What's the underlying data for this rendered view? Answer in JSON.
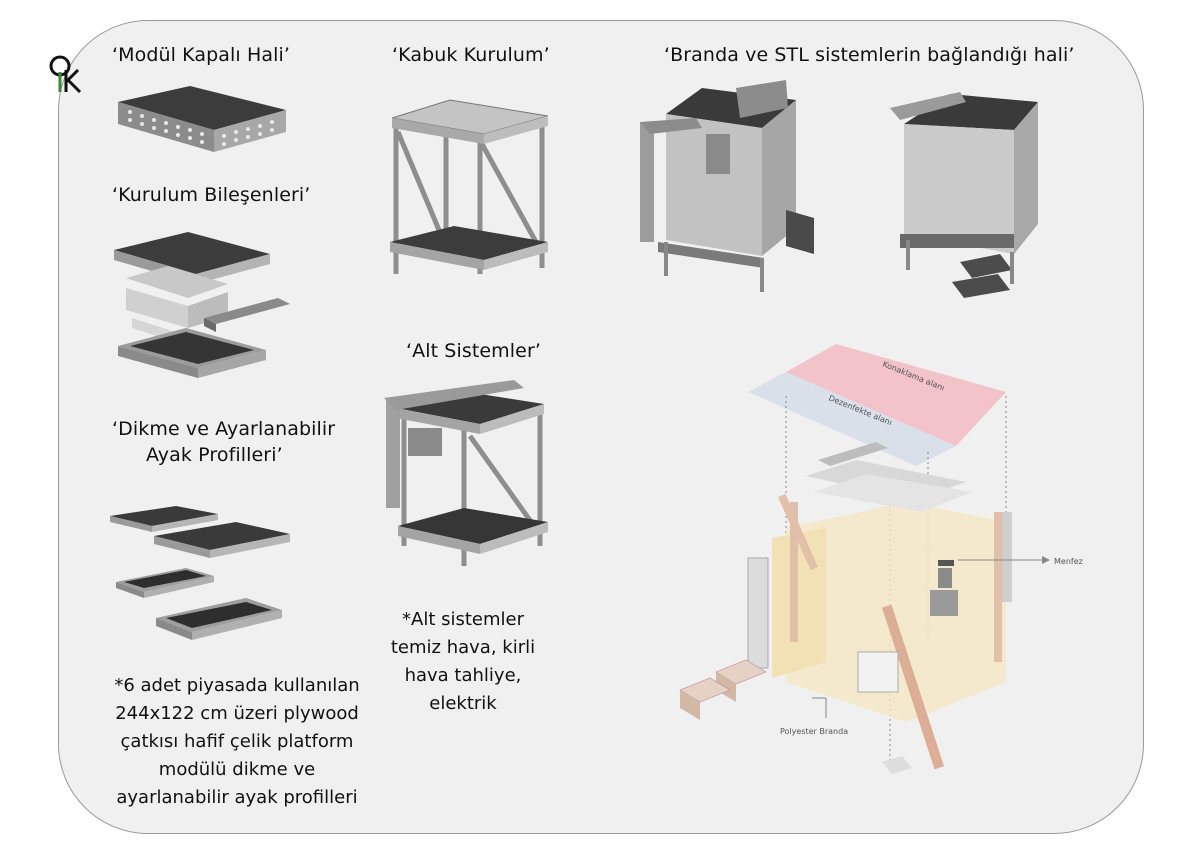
{
  "logo": {
    "text": "OK"
  },
  "titles": {
    "modul": "‘Modül Kapalı Hali’",
    "kurulum_bilesenleri": "‘Kurulum Bileşenleri’",
    "dikme_line1": "‘Dikme ve Ayarlanabilir",
    "dikme_line2": "Ayak Profilleri’",
    "kabuk": "‘Kabuk Kurulum’",
    "alt": "‘Alt Sistemler’",
    "branda": "‘Branda ve STL sistemlerin bağlandığı hali’"
  },
  "notes": {
    "left": [
      "*6 adet piyasada kullanılan",
      "244x122 cm üzeri plywood",
      "çatkısı hafif çelik platform",
      "modülü dikme ve",
      "ayarlanabilir ayak profilleri"
    ],
    "middle": [
      "*Alt sistemler",
      "temiz hava, kirli",
      "hava tahliye,",
      "elektrik"
    ]
  },
  "diagram_labels": {
    "konaklama": "Konaklama alanı",
    "dezenfekte": "Dezenfekte alanı",
    "menfez": "Menfez",
    "polyester": "Polyester Branda"
  }
}
